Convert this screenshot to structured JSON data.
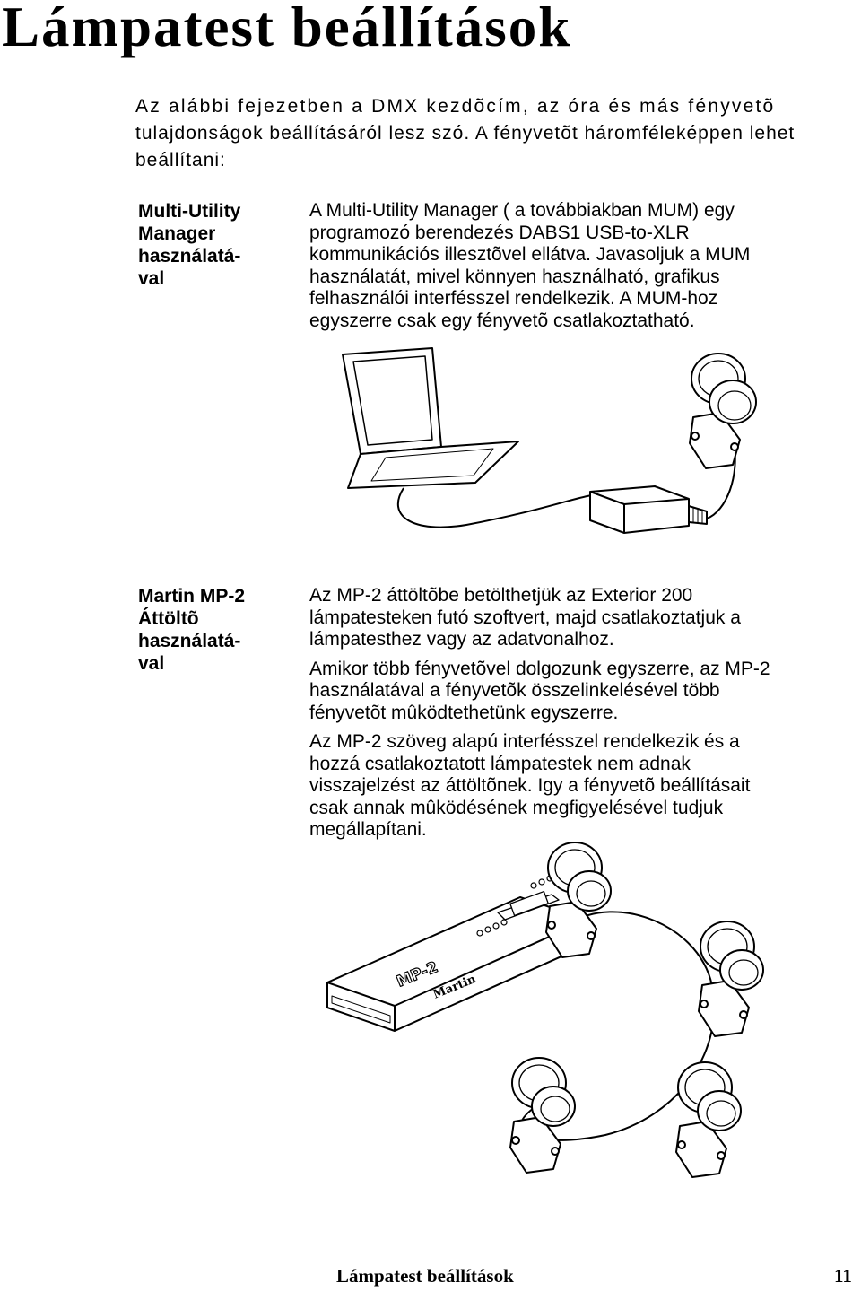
{
  "page": {
    "title": "Lámpatest beállítások",
    "intro_lines": [
      "Az alábbi fejezetben a DMX kezdõcím, az óra és más fényvetõ",
      "tulajdonságok beállításáról lesz szó. A fényvetõt háromféleképpen lehet",
      "beállítani:"
    ]
  },
  "section1": {
    "label_lines": [
      "Multi-Utility",
      "Manager",
      "használatá-",
      "val"
    ],
    "body_lines": [
      "A Multi-Utility Manager ( a továbbiakban MUM) egy",
      "programozó berendezés DABS1 USB-to-XLR",
      "kommunikációs illesztõvel ellátva. Javasoljuk a MUM",
      "használatát, mivel könnyen használható, grafikus",
      "felhasználói interfésszel rendelkezik. A MUM-hoz",
      "egyszerre csak egy fényvetõ csatlakoztatható."
    ]
  },
  "section2": {
    "label_lines": [
      "Martin MP-2",
      "Áttöltõ",
      "használatá-",
      "val"
    ],
    "p1": [
      "Az MP-2 áttöltõbe betölthetjük az Exterior 200",
      "lámpatesteken futó szoftvert, majd csatlakoztatjuk a",
      "lámpatesthez vagy az adatvonalhoz."
    ],
    "p2": [
      "Amikor több fényvetõvel dolgozunk egyszerre, az MP-2",
      "használatával a fényvetõk összelinkelésével több",
      "fényvetõt mûködtethetünk egyszerre."
    ],
    "p3": [
      "Az MP-2 szöveg alapú interfésszel rendelkezik és a",
      "hozzá csatlakoztatott lámpatestek nem adnak",
      "visszajelzést az áttöltõnek. Igy a fényvetõ beállításait",
      "csak annak mûködésének megfigyelésével tudjuk",
      "megállapítani."
    ]
  },
  "figure2": {
    "device_label": "MP-2",
    "brand_label": "Martin"
  },
  "footer": {
    "section_title": "Lámpatest beállítások",
    "page_number": "11"
  }
}
